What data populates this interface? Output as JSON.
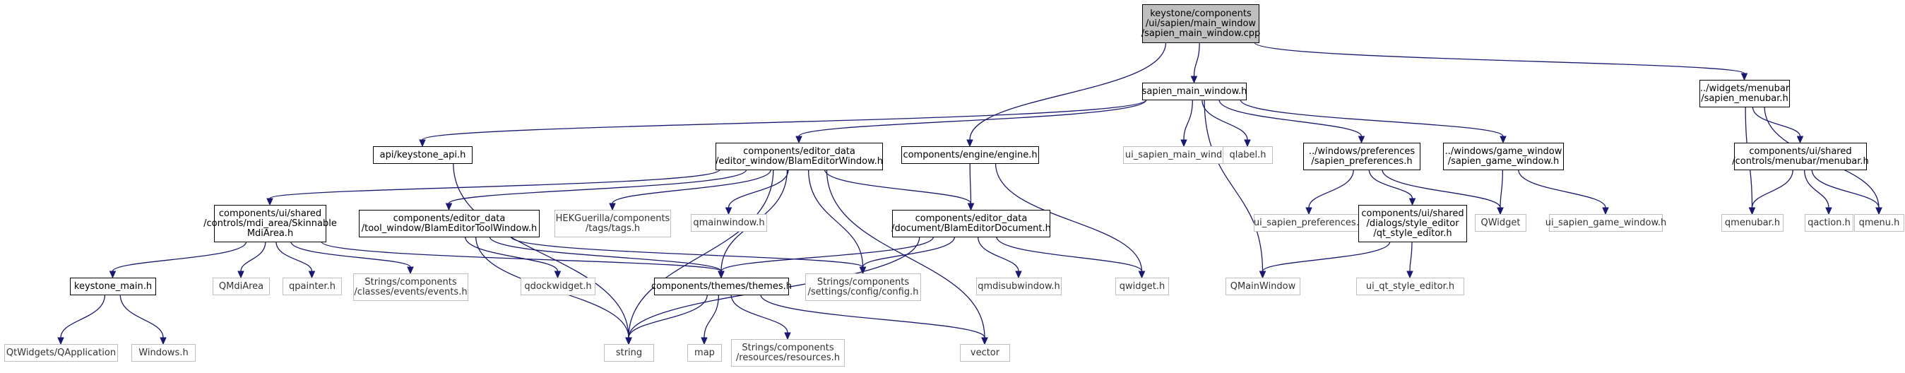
{
  "diagram": {
    "type": "include-dependency-graph",
    "colors": {
      "edge": "#191970",
      "root_fill": "#bfbfbf",
      "local_border": "#000000",
      "external_border": "#bfbfbf"
    },
    "nodes": [
      {
        "id": "root",
        "kind": "root",
        "lines": [
          "keystone/components",
          "/ui/sapien/main_window",
          "/sapien_main_window.cpp"
        ]
      },
      {
        "id": "smw_h",
        "kind": "local",
        "lines": [
          "sapien_main_window.h"
        ]
      },
      {
        "id": "menubar_h",
        "kind": "local",
        "lines": [
          "../widgets/menubar",
          "/sapien_menubar.h"
        ]
      },
      {
        "id": "api_h",
        "kind": "local",
        "lines": [
          "api/keystone_api.h"
        ]
      },
      {
        "id": "beew_h",
        "kind": "local",
        "lines": [
          "components/editor_data",
          "/editor_window/BlamEditorWindow.h"
        ]
      },
      {
        "id": "engine_h",
        "kind": "local",
        "lines": [
          "components/engine/engine.h"
        ]
      },
      {
        "id": "ui_smw_h",
        "kind": "ext",
        "lines": [
          "ui_sapien_main_window.h"
        ]
      },
      {
        "id": "qlabel_h",
        "kind": "ext",
        "lines": [
          "qlabel.h"
        ]
      },
      {
        "id": "prefs_h",
        "kind": "local",
        "lines": [
          "../windows/preferences",
          "/sapien_preferences.h"
        ]
      },
      {
        "id": "gamewin_h",
        "kind": "local",
        "lines": [
          "../windows/game_window",
          "/sapien_game_window.h"
        ]
      },
      {
        "id": "shared_menubar_h",
        "kind": "local",
        "lines": [
          "components/ui/shared",
          "/controls/menubar/menubar.h"
        ]
      },
      {
        "id": "skinnable_h",
        "kind": "local",
        "lines": [
          "components/ui/shared",
          "/controls/mdi_area/Skinnable",
          "MdiArea.h"
        ]
      },
      {
        "id": "betw_h",
        "kind": "local",
        "lines": [
          "components/editor_data",
          "/tool_window/BlamEditorToolWindow.h"
        ]
      },
      {
        "id": "tags_h",
        "kind": "ext",
        "lines": [
          "HEKGuerilla/components",
          "/tags/tags.h"
        ]
      },
      {
        "id": "qmainwindow_h",
        "kind": "ext",
        "lines": [
          "qmainwindow.h"
        ]
      },
      {
        "id": "bedoc_h",
        "kind": "local",
        "lines": [
          "components/editor_data",
          "/document/BlamEditorDocument.h"
        ]
      },
      {
        "id": "ui_prefs_h",
        "kind": "ext",
        "lines": [
          "ui_sapien_preferences.h"
        ]
      },
      {
        "id": "style_editor_h",
        "kind": "local",
        "lines": [
          "components/ui/shared",
          "/dialogs/style_editor",
          "/qt_style_editor.h"
        ]
      },
      {
        "id": "qwidget",
        "kind": "ext",
        "lines": [
          "QWidget"
        ]
      },
      {
        "id": "ui_game_h",
        "kind": "ext",
        "lines": [
          "ui_sapien_game_window.h"
        ]
      },
      {
        "id": "qmenubar_h",
        "kind": "ext",
        "lines": [
          "qmenubar.h"
        ]
      },
      {
        "id": "qaction_h",
        "kind": "ext",
        "lines": [
          "qaction.h"
        ]
      },
      {
        "id": "qmenu_h",
        "kind": "ext",
        "lines": [
          "qmenu.h"
        ]
      },
      {
        "id": "keystone_main_h",
        "kind": "local",
        "lines": [
          "keystone_main.h"
        ]
      },
      {
        "id": "qmdiarea",
        "kind": "ext",
        "lines": [
          "QMdiArea"
        ]
      },
      {
        "id": "qpainter_h",
        "kind": "ext",
        "lines": [
          "qpainter.h"
        ]
      },
      {
        "id": "events_h",
        "kind": "ext",
        "lines": [
          "Strings/components",
          "/classes/events/events.h"
        ]
      },
      {
        "id": "qdockwidget_h",
        "kind": "ext",
        "lines": [
          "qdockwidget.h"
        ]
      },
      {
        "id": "themes_h",
        "kind": "local",
        "lines": [
          "components/themes/themes.h"
        ]
      },
      {
        "id": "config_h",
        "kind": "ext",
        "lines": [
          "Strings/components",
          "/settings/config/config.h"
        ]
      },
      {
        "id": "qmdisubwindow_h",
        "kind": "ext",
        "lines": [
          "qmdisubwindow.h"
        ]
      },
      {
        "id": "qwidget_h",
        "kind": "ext",
        "lines": [
          "qwidget.h"
        ]
      },
      {
        "id": "qmainwindow",
        "kind": "ext",
        "lines": [
          "QMainWindow"
        ]
      },
      {
        "id": "ui_qt_style_h",
        "kind": "ext",
        "lines": [
          "ui_qt_style_editor.h"
        ]
      },
      {
        "id": "qapplication",
        "kind": "ext",
        "lines": [
          "QtWidgets/QApplication"
        ]
      },
      {
        "id": "windows_h",
        "kind": "ext",
        "lines": [
          "Windows.h"
        ]
      },
      {
        "id": "string",
        "kind": "ext",
        "lines": [
          "string"
        ]
      },
      {
        "id": "map",
        "kind": "ext",
        "lines": [
          "map"
        ]
      },
      {
        "id": "resources_h",
        "kind": "ext",
        "lines": [
          "Strings/components",
          "/resources/resources.h"
        ]
      },
      {
        "id": "vector",
        "kind": "ext",
        "lines": [
          "vector"
        ]
      }
    ],
    "edges": [
      [
        "root",
        "smw_h"
      ],
      [
        "root",
        "engine_h"
      ],
      [
        "root",
        "menubar_h"
      ],
      [
        "smw_h",
        "api_h"
      ],
      [
        "smw_h",
        "beew_h"
      ],
      [
        "smw_h",
        "ui_smw_h"
      ],
      [
        "smw_h",
        "qlabel_h"
      ],
      [
        "smw_h",
        "prefs_h"
      ],
      [
        "smw_h",
        "gamewin_h"
      ],
      [
        "smw_h",
        "qmainwindow"
      ],
      [
        "menubar_h",
        "shared_menubar_h"
      ],
      [
        "menubar_h",
        "qmenubar_h"
      ],
      [
        "menubar_h",
        "qmenu_h"
      ],
      [
        "shared_menubar_h",
        "qmenubar_h"
      ],
      [
        "shared_menubar_h",
        "qaction_h"
      ],
      [
        "shared_menubar_h",
        "qmenu_h"
      ],
      [
        "api_h",
        "string"
      ],
      [
        "beew_h",
        "skinnable_h"
      ],
      [
        "beew_h",
        "betw_h"
      ],
      [
        "beew_h",
        "tags_h"
      ],
      [
        "beew_h",
        "qmainwindow_h"
      ],
      [
        "beew_h",
        "bedoc_h"
      ],
      [
        "beew_h",
        "themes_h"
      ],
      [
        "beew_h",
        "config_h"
      ],
      [
        "beew_h",
        "string"
      ],
      [
        "beew_h",
        "vector"
      ],
      [
        "engine_h",
        "bedoc_h"
      ],
      [
        "engine_h",
        "qwidget_h"
      ],
      [
        "prefs_h",
        "ui_prefs_h"
      ],
      [
        "prefs_h",
        "style_editor_h"
      ],
      [
        "prefs_h",
        "qwidget"
      ],
      [
        "gamewin_h",
        "qwidget"
      ],
      [
        "gamewin_h",
        "ui_game_h"
      ],
      [
        "style_editor_h",
        "qmainwindow"
      ],
      [
        "style_editor_h",
        "ui_qt_style_h"
      ],
      [
        "skinnable_h",
        "keystone_main_h"
      ],
      [
        "skinnable_h",
        "qmdiarea"
      ],
      [
        "skinnable_h",
        "qpainter_h"
      ],
      [
        "skinnable_h",
        "events_h"
      ],
      [
        "skinnable_h",
        "themes_h"
      ],
      [
        "betw_h",
        "qdockwidget_h"
      ],
      [
        "betw_h",
        "themes_h"
      ],
      [
        "betw_h",
        "config_h"
      ],
      [
        "betw_h",
        "string"
      ],
      [
        "bedoc_h",
        "themes_h"
      ],
      [
        "bedoc_h",
        "config_h"
      ],
      [
        "bedoc_h",
        "qmdisubwindow_h"
      ],
      [
        "bedoc_h",
        "qwidget_h"
      ],
      [
        "bedoc_h",
        "string"
      ],
      [
        "keystone_main_h",
        "qapplication"
      ],
      [
        "keystone_main_h",
        "windows_h"
      ],
      [
        "themes_h",
        "string"
      ],
      [
        "themes_h",
        "map"
      ],
      [
        "themes_h",
        "resources_h"
      ],
      [
        "themes_h",
        "vector"
      ]
    ]
  }
}
